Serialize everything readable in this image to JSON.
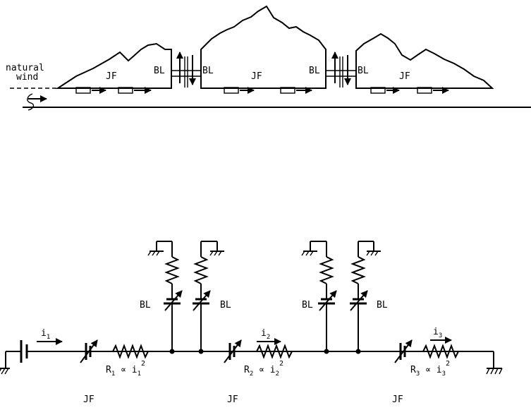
{
  "colors": {
    "ink": "#000000",
    "paper": "#ffffff"
  },
  "tunnel": {
    "natural_wind_line1": "natural",
    "natural_wind_line2": "wind",
    "jf_labels": [
      "JF",
      "JF",
      "JF"
    ],
    "bl_labels": [
      "BL",
      "BL",
      "BL",
      "BL"
    ]
  },
  "circuit": {
    "currents": [
      {
        "base": "i",
        "sub": "1"
      },
      {
        "base": "i",
        "sub": "2"
      },
      {
        "base": "i",
        "sub": "3"
      }
    ],
    "resistances": [
      {
        "r": "R",
        "r_sub": "1",
        "prop": "∝",
        "i": "i",
        "i_sub": "1",
        "exp": "2"
      },
      {
        "r": "R",
        "r_sub": "2",
        "prop": "∝",
        "i": "i",
        "i_sub": "2",
        "exp": "2"
      },
      {
        "r": "R",
        "r_sub": "3",
        "prop": "∝",
        "i": "i",
        "i_sub": "3",
        "exp": "2"
      }
    ],
    "jf_labels": [
      "JF",
      "JF",
      "JF"
    ],
    "bl_labels": [
      "BL",
      "BL",
      "BL",
      "BL"
    ]
  }
}
